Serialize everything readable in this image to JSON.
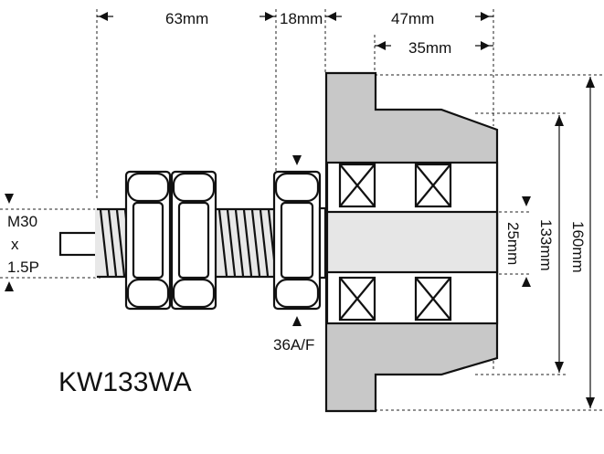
{
  "model": "KW133WA",
  "thread": {
    "line1": "M30",
    "line2": "x",
    "line3": "1.5P"
  },
  "dimensions": {
    "d63": "63mm",
    "d18": "18mm",
    "d47": "47mm",
    "d35": "35mm",
    "d25": "25mm",
    "d133": "133mm",
    "d160": "160mm",
    "nut": "36A/F"
  },
  "colors": {
    "housing": "#c8c8c8",
    "shaft": "#e6e6e6",
    "ink": "#111111",
    "background": "#ffffff"
  }
}
